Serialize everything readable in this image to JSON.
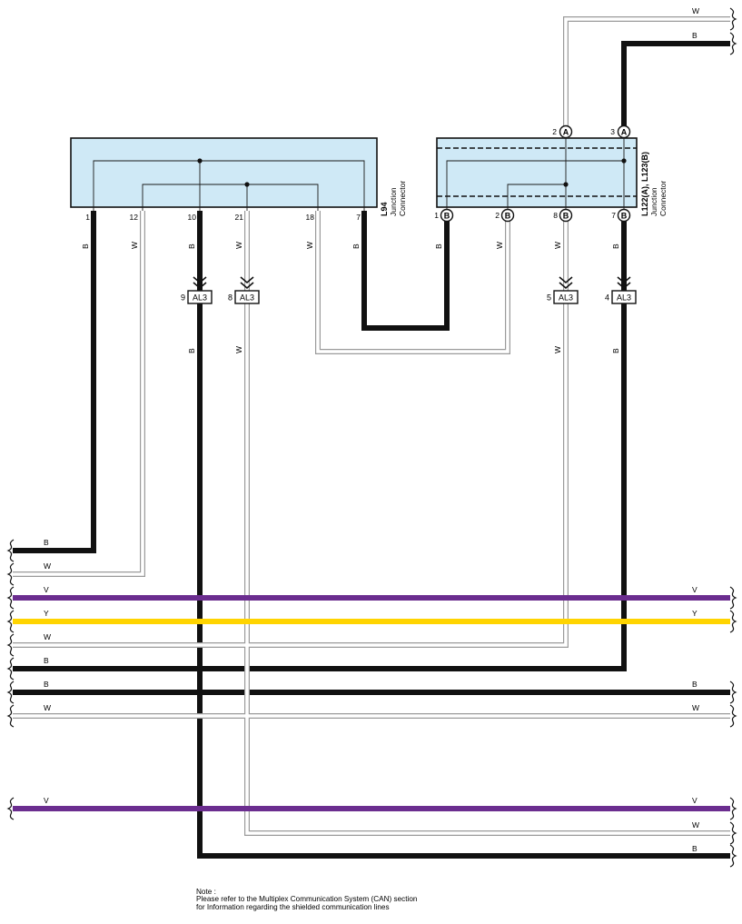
{
  "colors": {
    "box_fill": "#cfe9f6",
    "black_wire": "#111111",
    "white_wire": "#ffffff",
    "white_wire_outline": "#9a9a9a",
    "violet_wire": "#6b2d8f",
    "yellow_wire": "#ffd400",
    "thin_line": "#1a1a1a"
  },
  "connectors": {
    "l94": {
      "code": "L94",
      "name": "Junction Connector",
      "pins": [
        "1",
        "12",
        "10",
        "21",
        "18",
        "7"
      ]
    },
    "l122": {
      "code": "L122(A), L123(B)",
      "name": "Junction Connector",
      "top_pins": [
        {
          "num": "2",
          "id": "A"
        },
        {
          "num": "3",
          "id": "A"
        }
      ],
      "bottom_pins": [
        {
          "num": "1",
          "id": "B"
        },
        {
          "num": "2",
          "id": "B"
        },
        {
          "num": "8",
          "id": "B"
        },
        {
          "num": "7",
          "id": "B"
        }
      ]
    }
  },
  "junctions": [
    {
      "pin": "9",
      "code": "AL3"
    },
    {
      "pin": "8",
      "code": "AL3"
    },
    {
      "pin": "5",
      "code": "AL3"
    },
    {
      "pin": "4",
      "code": "AL3"
    }
  ],
  "wire_labels": {
    "black": "B",
    "white": "W",
    "violet": "V",
    "yellow": "Y"
  },
  "note": {
    "heading": "Note :",
    "line1": "Please refer to the Multiplex Communication System (CAN) section",
    "line2": "for Information regarding the shielded communication lines"
  }
}
